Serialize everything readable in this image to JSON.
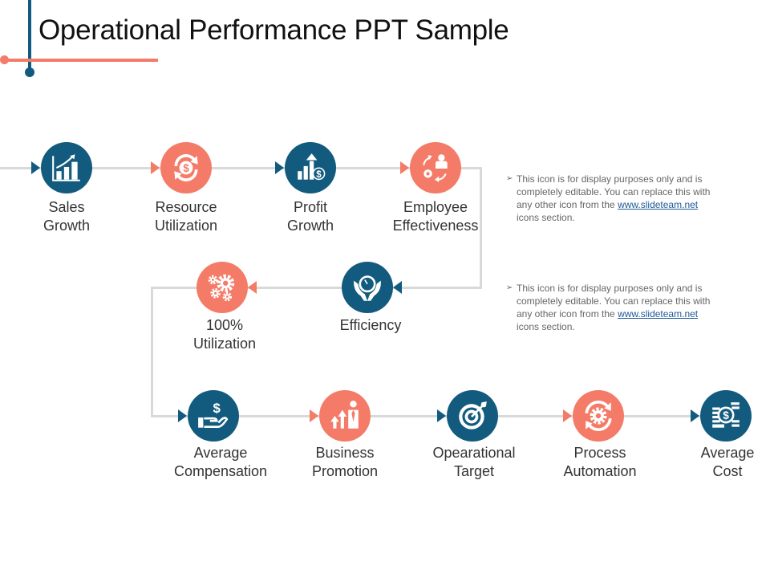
{
  "slide": {
    "title": "Operational Performance PPT Sample"
  },
  "colors": {
    "blue": "#135b7e",
    "coral": "#f47b67",
    "connector": "#d9d9d9"
  },
  "nodes": [
    {
      "label_line1": "Sales",
      "label_line2": "Growth",
      "icon": "bar-chart-growth-icon",
      "color": "blue"
    },
    {
      "label_line1": "Resource",
      "label_line2": "Utilization",
      "icon": "dollar-cycle-icon",
      "color": "coral"
    },
    {
      "label_line1": "Profit",
      "label_line2": "Growth",
      "icon": "profit-growth-icon",
      "color": "blue"
    },
    {
      "label_line1": "Employee",
      "label_line2": "Effectiveness",
      "icon": "employee-cycle-icon",
      "color": "coral"
    },
    {
      "label_line1": "Efficiency",
      "label_line2": "",
      "icon": "hands-gauge-icon",
      "color": "blue"
    },
    {
      "label_line1": "100%",
      "label_line2": "Utilization",
      "icon": "gears-icon",
      "color": "coral"
    },
    {
      "label_line1": "Average",
      "label_line2": "Compensation",
      "icon": "hand-dollar-icon",
      "color": "blue"
    },
    {
      "label_line1": "Business",
      "label_line2": "Promotion",
      "icon": "promotion-arrows-icon",
      "color": "coral"
    },
    {
      "label_line1": "Opearational",
      "label_line2": "Target",
      "icon": "target-icon",
      "color": "blue"
    },
    {
      "label_line1": "Process",
      "label_line2": "Automation",
      "icon": "gear-cycle-icon",
      "color": "coral"
    },
    {
      "label_line1": "Average",
      "label_line2": "Cost",
      "icon": "coins-icon",
      "color": "blue"
    }
  ],
  "notes": [
    {
      "bullet": "➢",
      "text_before_link": "This icon is for display purposes only and is completely editable. You can replace this with any other icon from the ",
      "link_text": "www.slideteam.net",
      "text_after_link": " icons section."
    },
    {
      "bullet": "➢",
      "text_before_link": "This icon is for display purposes only and is completely editable. You can replace this with any other icon from the ",
      "link_text": "www.slideteam.net",
      "text_after_link": " icons section."
    }
  ]
}
